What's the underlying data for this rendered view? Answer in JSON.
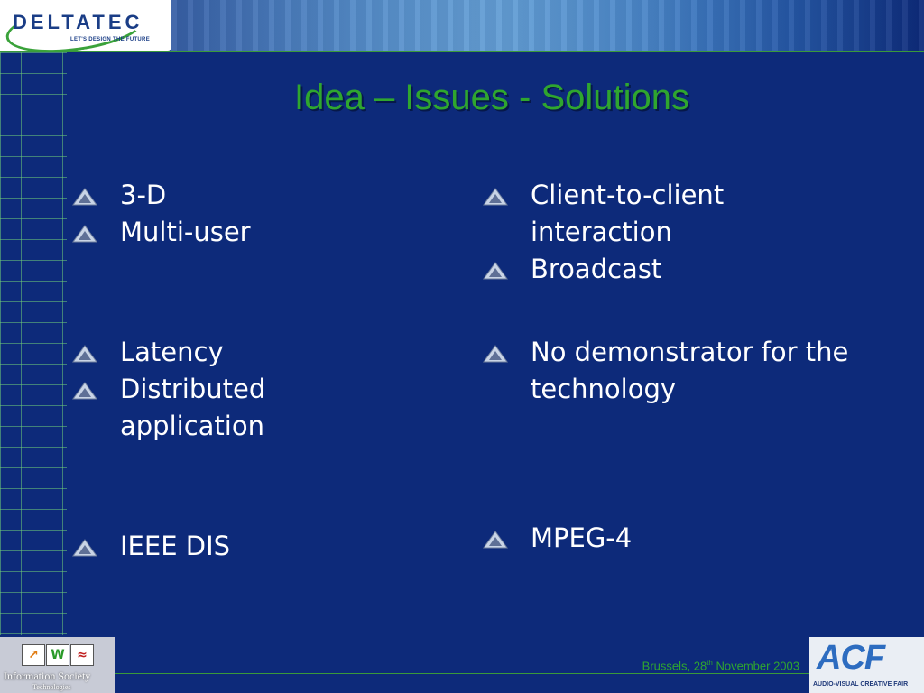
{
  "header": {
    "logo_text": "DELTATEC",
    "logo_tagline": "LET'S DESIGN THE FUTURE"
  },
  "title": "Idea – Issues - Solutions",
  "left_column": {
    "group1": [
      "3-D",
      "Multi-user"
    ],
    "group2": [
      "Latency",
      "Distributed application"
    ],
    "group3": [
      "IEEE DIS"
    ]
  },
  "right_column": {
    "group1": [
      "Client-to-client interaction",
      "Broadcast"
    ],
    "group2": [
      "No demonstrator for the technology"
    ],
    "group3": [
      "MPEG-4"
    ]
  },
  "footer": {
    "location": "Brussels, 28",
    "date_sup": "th",
    "date_rest": " November 2003",
    "ist_logo_text": "Information Society",
    "ist_logo_sub": "Technologies",
    "acf_logo": "ACF",
    "acf_sub": "AUDIO-VISUAL CREATIVE FAIR"
  },
  "colors": {
    "background": "#0d2a7a",
    "title": "#2fa62f",
    "body_text": "#ffffff",
    "accent_line": "#3a9a3a"
  },
  "icons": {
    "bullet": "triangle-bullet-icon"
  }
}
